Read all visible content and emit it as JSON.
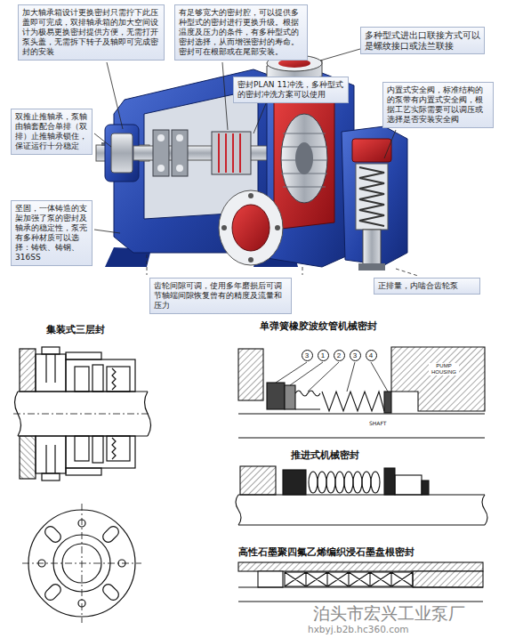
{
  "diagram": {
    "nodes": [
      {
        "text": [
          "加大轴承箱设计更换密封只需拧下此压盖即可完成，双排轴承箱的加大空间设计为极易更换密封提供方便，无需打开泵头盖，无需拆下转子及轴即可完成密封的安装"
        ]
      },
      {
        "text": [
          "有足够宽大的密封腔，可以提供多种型式的密封进行更换升级。根据温度及压力的条件，有多种型式的密封选择，从而增强密封的寿命。密封可在根部或在尾部安装。"
        ]
      },
      {
        "text": [
          "多种型式进出口联接方式可以是螺纹接口或法兰联接"
        ]
      },
      {
        "text": [
          "密封PLAN 11冲洗，多种型式的密封冲洗方案可以使用"
        ]
      },
      {
        "text": [
          "内置式安全阀，标准结构的的泵带有内置式安全阀，根据工艺实际需要可以调压或选择是否安装安全阀"
        ]
      },
      {
        "text": [
          "双推止推轴承，泵轴由轴套配合单排（双排）止推轴承锁住，保证运行十分稳定"
        ]
      },
      {
        "text": [
          "坚固，一体铸造的支架加强了泵的密封及轴承的稳定性，泵壳有多种材质可以选择：铸铁、铸钢、316SS"
        ]
      },
      {
        "text": [
          "齿轮间隙可调，使用多年磨损后可调节轴端间隙恢复曾有的精度及流量和压力"
        ]
      },
      {
        "text": [
          "正排量，内啮合齿轮泵"
        ]
      }
    ],
    "labels": [
      "集装式三层封",
      "单弹簧橡胶波纹管机械密封",
      "3",
      "1",
      "2",
      "3",
      "4",
      "PUMP HOUSING",
      "SHAFT",
      "推进式机械密封",
      "高性石墨聚四氟乙烯编织浸石墨盘根密封",
      "泊头市宏兴工业泵厂",
      "hxbyj.b2b.hc360.com"
    ]
  }
}
